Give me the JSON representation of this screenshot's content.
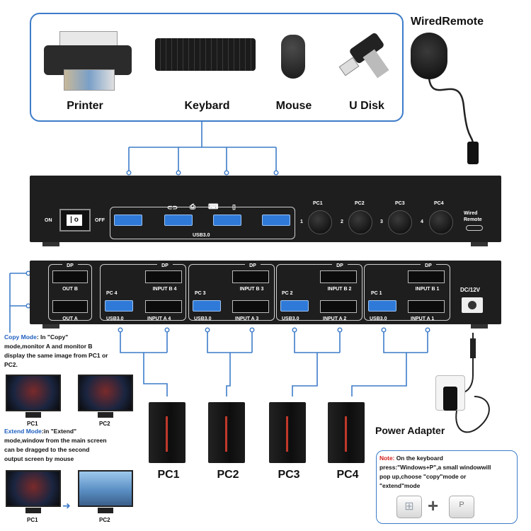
{
  "peripherals": {
    "printer": "Printer",
    "keyboard": "Keybard",
    "mouse": "Mouse",
    "udisk": "U Disk"
  },
  "remote": {
    "title": "WiredRemote"
  },
  "front_panel": {
    "on": "ON",
    "off": "OFF",
    "usb_label": "USB3.0",
    "buttons": [
      {
        "num": "1",
        "label": "PC1"
      },
      {
        "num": "2",
        "label": "PC2"
      },
      {
        "num": "3",
        "label": "PC3"
      },
      {
        "num": "4",
        "label": "PC4"
      }
    ],
    "wired_remote": "Wired\nRemote"
  },
  "back_panel": {
    "dp": "DP",
    "out_b": "OUT B",
    "out_a": "OUT A",
    "groups": [
      {
        "pc": "PC 4",
        "usb": "USB3.0",
        "input_b": "INPUT B 4",
        "input_a": "INPUT A 4"
      },
      {
        "pc": "PC 3",
        "usb": "USB3.0",
        "input_b": "INPUT B 3",
        "input_a": "INPUT A 3"
      },
      {
        "pc": "PC 2",
        "usb": "USB3.0",
        "input_b": "INPUT B 2",
        "input_a": "INPUT A 2"
      },
      {
        "pc": "PC 1",
        "usb": "USB3.0",
        "input_b": "INPUT B 1",
        "input_a": "INPUT A 1"
      }
    ],
    "power": "DC/12V"
  },
  "modes": {
    "copy_title": "Copy Mode",
    "copy_text1": ": In \"Copy\"",
    "copy_text2": "mode,monitor A and monitor B",
    "copy_text3": "display the same image from PC1 or",
    "copy_text4": "PC2.",
    "extend_title": "Extend Mode",
    "extend_text1": ":in \"Extend\"",
    "extend_text2": "mode,window from the main screen",
    "extend_text3": "can be dragged to the second",
    "extend_text4": "output screen by mouse",
    "monitor_labels": [
      "PC1",
      "PC2",
      "PC1",
      "PC2"
    ]
  },
  "pcs": [
    "PC1",
    "PC2",
    "PC3",
    "PC4"
  ],
  "power_adapter": "Power Adapter",
  "note": {
    "label": "Note:",
    "line1": " On the keyboard",
    "line2": "press:\"Windows+P\",a small windowwill",
    "line3": "pop up,choose \"copy\"mode or",
    "line4": "\"extend\"mode",
    "plus": "+",
    "key_p": "P"
  },
  "colors": {
    "accent": "#3d7cc9",
    "copy_mode": "#1f5fbf",
    "note_red": "#d42020",
    "usb_blue": "#2f7ad8"
  }
}
